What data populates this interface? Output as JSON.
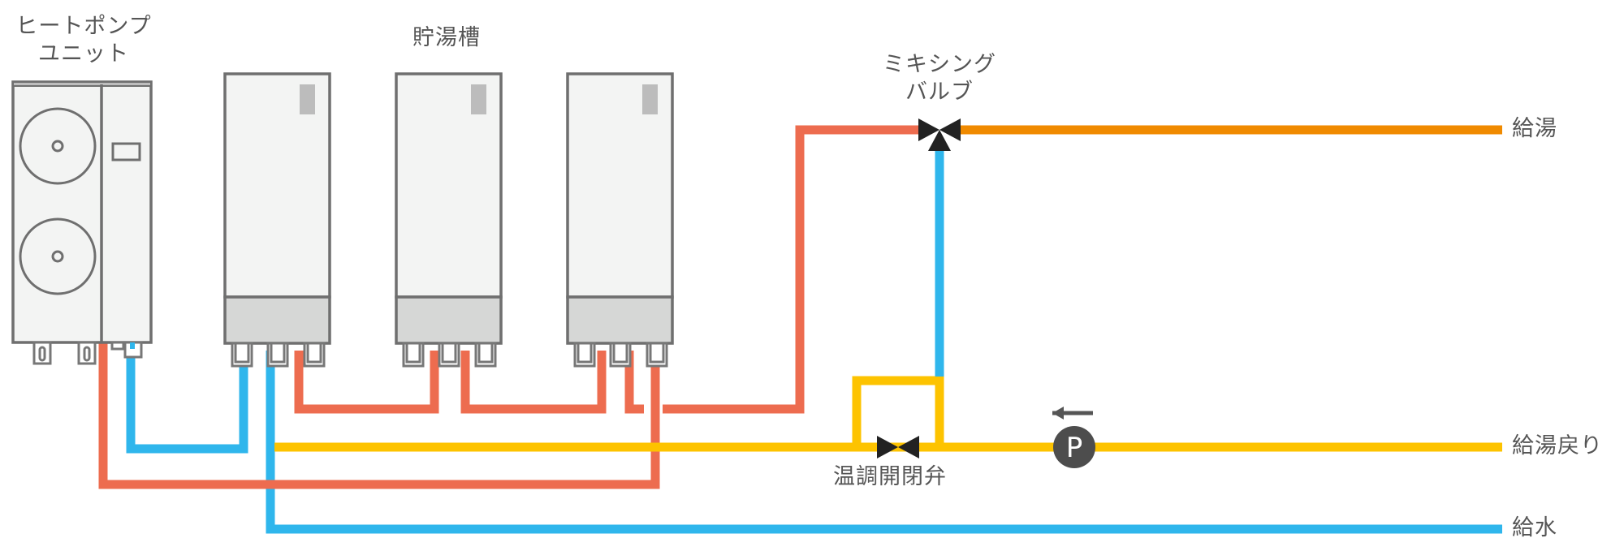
{
  "colors": {
    "hot_supply": "#f08a00",
    "hot_water": "#ed6c4f",
    "return": "#fdc300",
    "cold_water": "#2fb6ec",
    "outline": "#6f6f6f",
    "unit_fill": "#f3f4f3",
    "base_fill": "#d6d7d6",
    "valve": "#222222",
    "pump": "#4d4d4d",
    "label": "#555555"
  },
  "labels": {
    "heat_pump_line1": "ヒートポンプ",
    "heat_pump_line2": "ユニット",
    "storage_tank": "貯湯槽",
    "mixing_valve_line1": "ミキシング",
    "mixing_valve_line2": "バルブ",
    "temp_valve": "温調開閉弁",
    "pump_symbol": "P"
  },
  "lines": {
    "hot_supply": "給湯",
    "hot_return": "給湯戻り",
    "cold_supply": "給水"
  },
  "components": {
    "heat_pump_count": 1,
    "tank_count": 3,
    "fan_count": 2,
    "pump_direction": "left"
  }
}
